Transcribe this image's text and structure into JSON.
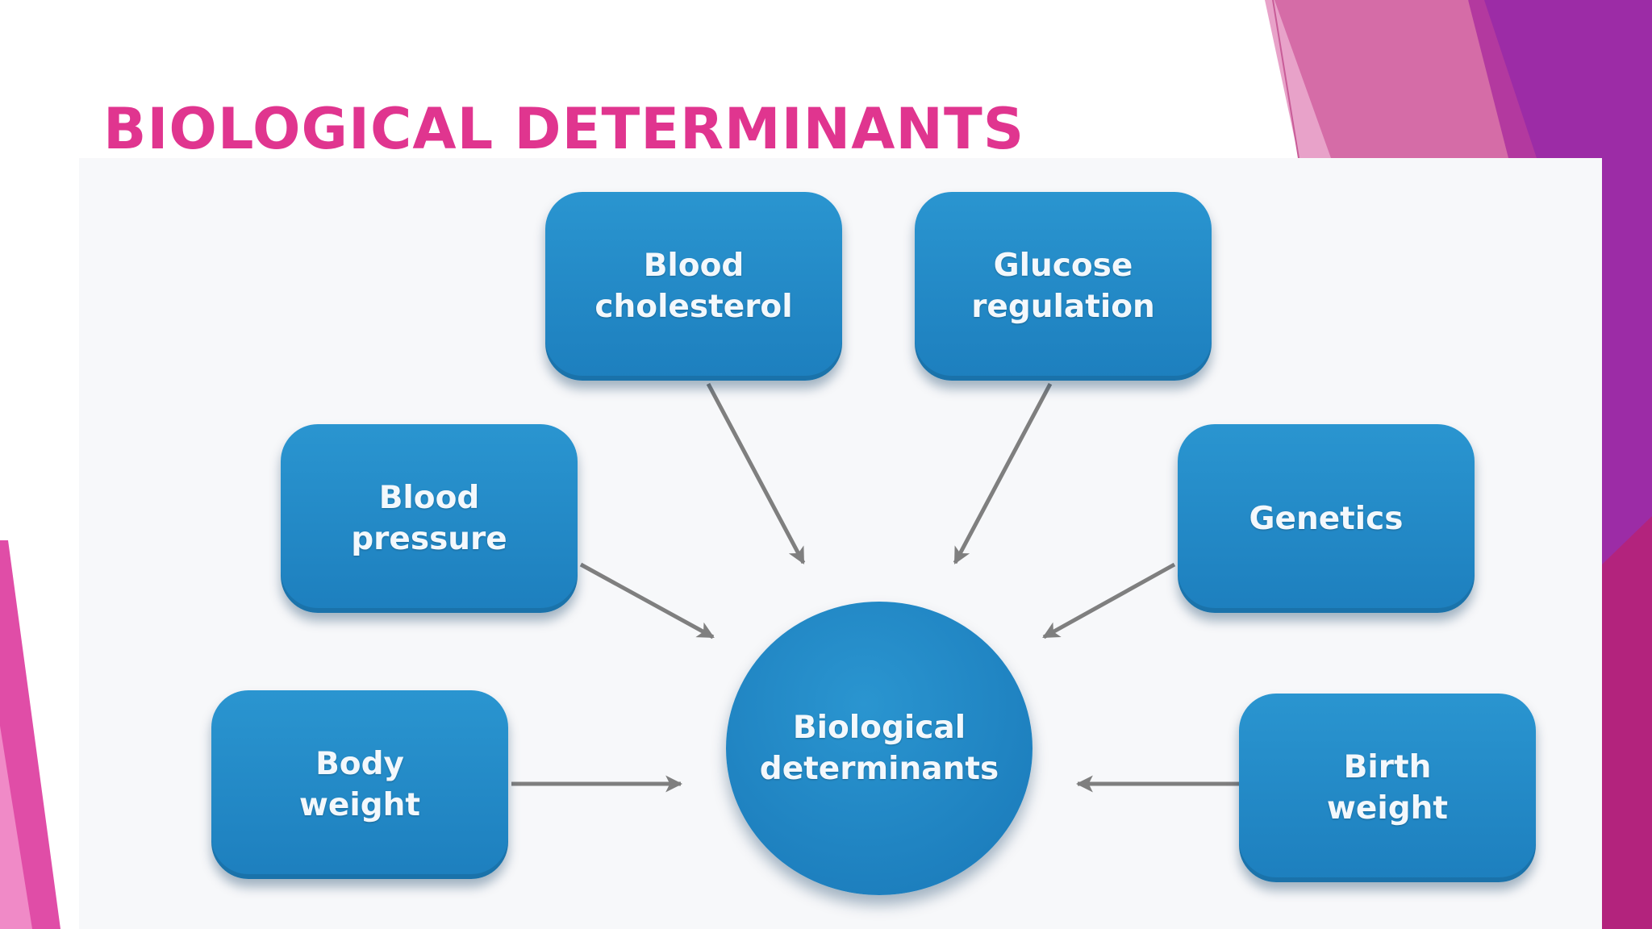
{
  "slide": {
    "title": "BIOLOGICAL DETERMINANTS",
    "title_color": "#e0358f",
    "background_color": "#ffffff",
    "accent_colors": [
      "#d56ca7",
      "#e88fc0",
      "#9c2ca6",
      "#b3237d",
      "#e04da7"
    ]
  },
  "diagram": {
    "node_color": "#2a95d0",
    "node_color_dark": "#1d7fbe",
    "text_color": "#f3f8fc",
    "arrow_color": "#7f7f7f",
    "center": {
      "id": "biological-determinants",
      "label": "Biological\ndeterminants"
    },
    "nodes": [
      {
        "id": "blood-cholesterol",
        "label": "Blood\ncholesterol"
      },
      {
        "id": "glucose-regulation",
        "label": "Glucose\nregulation"
      },
      {
        "id": "blood-pressure",
        "label": "Blood\npressure"
      },
      {
        "id": "genetics",
        "label": "Genetics"
      },
      {
        "id": "body-weight",
        "label": "Body\nweight"
      },
      {
        "id": "birth-weight",
        "label": "Birth\nweight"
      }
    ],
    "edges": [
      {
        "from": "blood-cholesterol",
        "to": "biological-determinants"
      },
      {
        "from": "glucose-regulation",
        "to": "biological-determinants"
      },
      {
        "from": "blood-pressure",
        "to": "biological-determinants"
      },
      {
        "from": "genetics",
        "to": "biological-determinants"
      },
      {
        "from": "body-weight",
        "to": "biological-determinants"
      },
      {
        "from": "birth-weight",
        "to": "biological-determinants"
      }
    ]
  }
}
